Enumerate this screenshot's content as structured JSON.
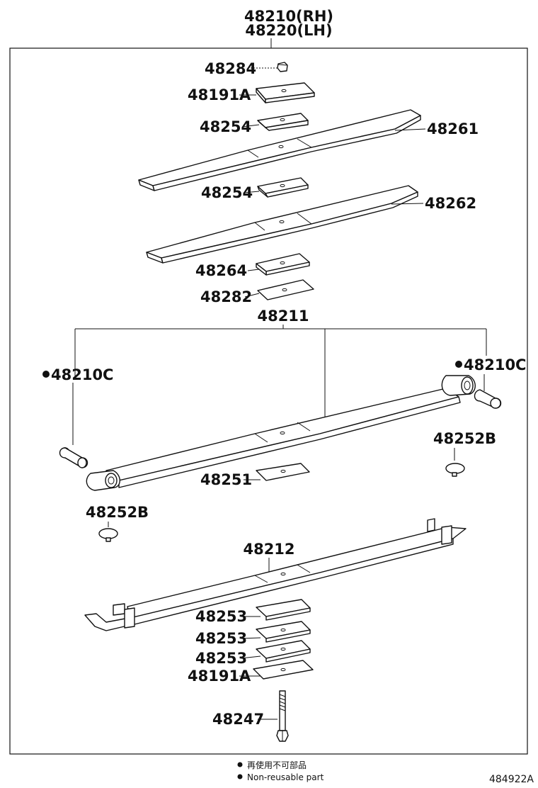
{
  "header": {
    "assembly_rh": "48210(RH)",
    "assembly_lh": "48220(LH)"
  },
  "parts": {
    "clip_nut": "48284",
    "bushing_upper": "48191A",
    "spacer_1": "48254",
    "leaf_3": "48261",
    "spacer_2": "48254",
    "leaf_2": "48262",
    "liner_1": "48264",
    "liner_2": "48282",
    "main_leaf": "48211",
    "bush_left": "48210C",
    "bush_right": "48210C",
    "bumper_right": "48252B",
    "spacer_main": "48251",
    "bumper_left": "48252B",
    "leaf_4": "48212",
    "liner_a": "48253",
    "liner_b": "48253",
    "liner_c": "48253",
    "bushing_lower": "48191A",
    "center_bolt": "48247"
  },
  "legend": {
    "line_jp": "再使用不可部品",
    "line_en": "Non-reusable part"
  },
  "figure_code": "484922A"
}
